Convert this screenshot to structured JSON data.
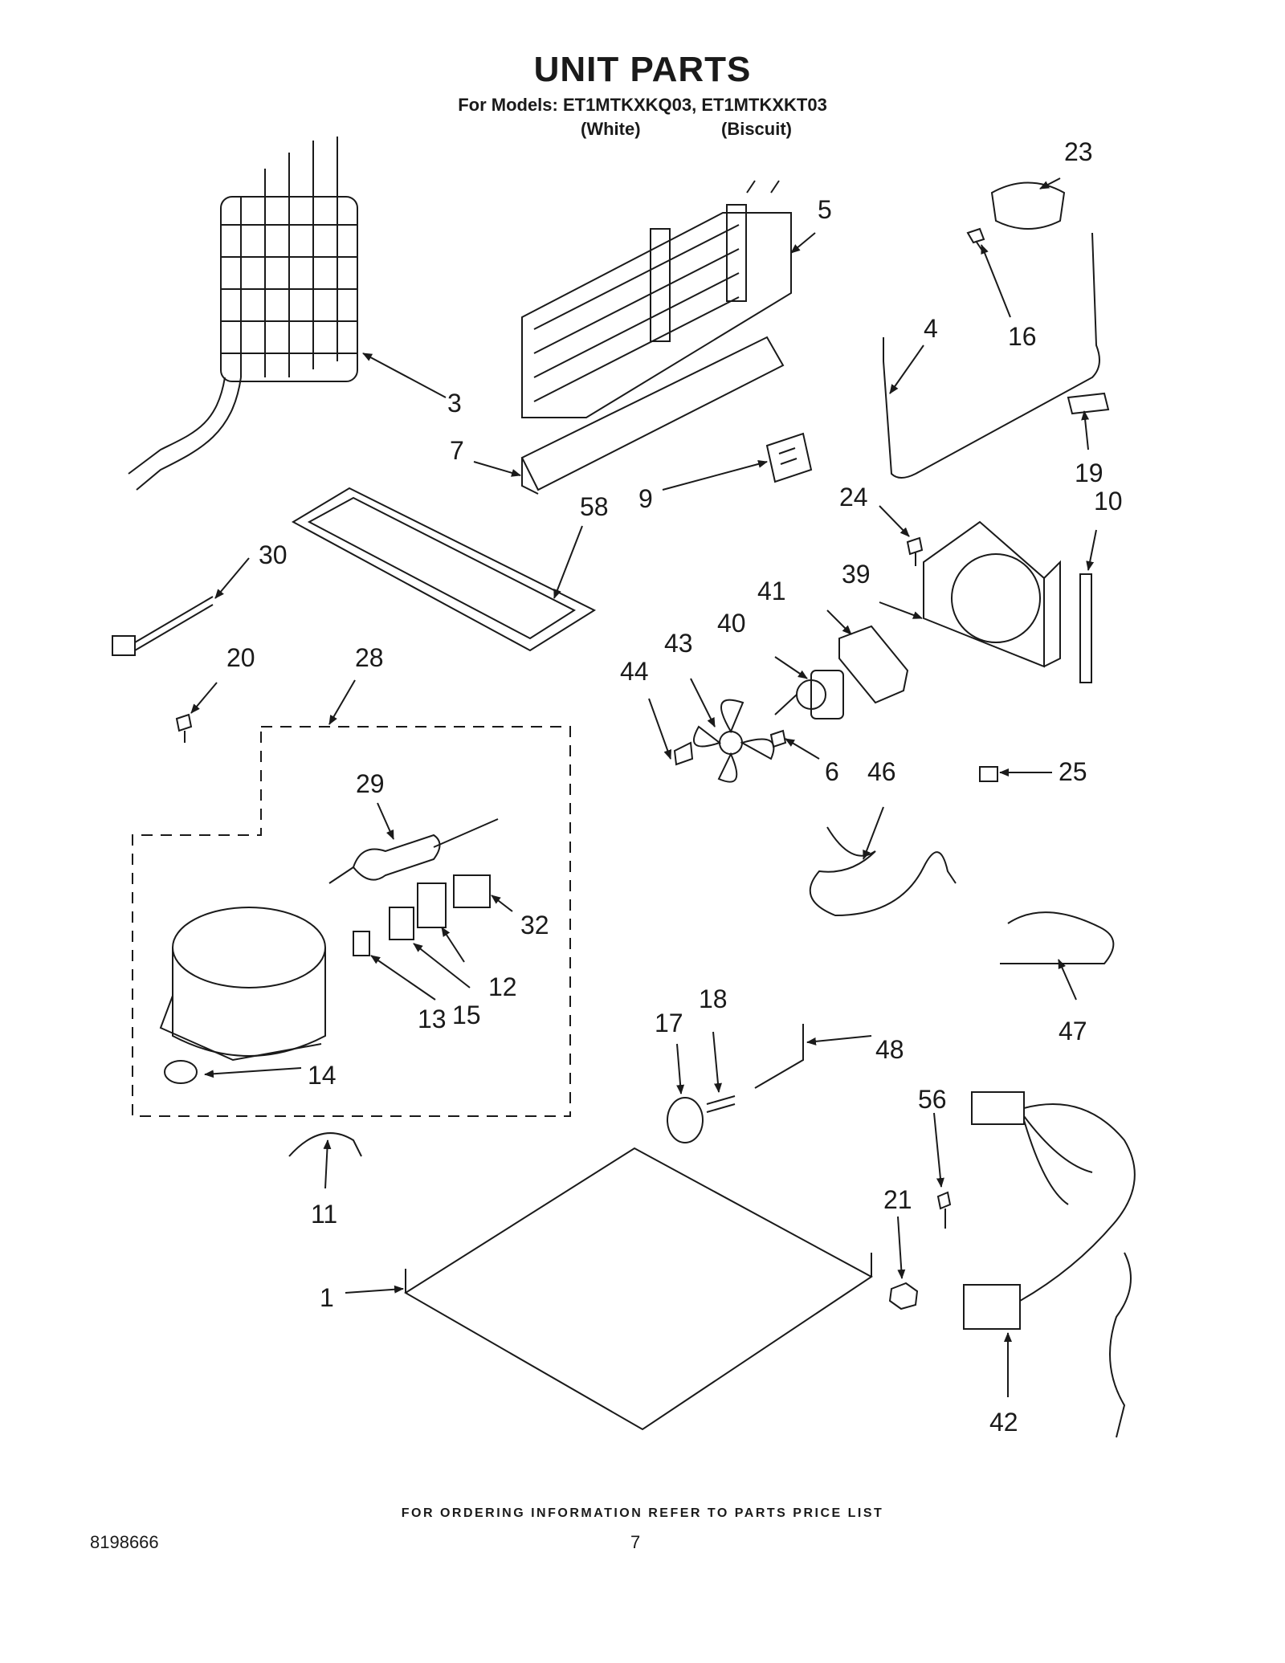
{
  "header": {
    "title": "UNIT PARTS",
    "models_line": "For Models: ET1MTKXKQ03, ET1MTKXKT03",
    "color_white": "(White)",
    "color_biscuit": "(Biscuit)"
  },
  "callouts": {
    "c1": "1",
    "c3": "3",
    "c4": "4",
    "c5": "5",
    "c6": "6",
    "c7": "7",
    "c9": "9",
    "c10": "10",
    "c11": "11",
    "c12": "12",
    "c13": "13",
    "c14": "14",
    "c15": "15",
    "c16": "16",
    "c17": "17",
    "c18": "18",
    "c19": "19",
    "c20": "20",
    "c21": "21",
    "c23": "23",
    "c24": "24",
    "c25": "25",
    "c28": "28",
    "c29": "29",
    "c30": "30",
    "c32": "32",
    "c39": "39",
    "c40": "40",
    "c41": "41",
    "c42": "42",
    "c43": "43",
    "c44": "44",
    "c46": "46",
    "c47": "47",
    "c48": "48",
    "c56": "56",
    "c58": "58"
  },
  "footer": {
    "ordering_note": "FOR ORDERING INFORMATION REFER TO PARTS PRICE LIST",
    "document_number": "8198666",
    "page_number": "7"
  }
}
